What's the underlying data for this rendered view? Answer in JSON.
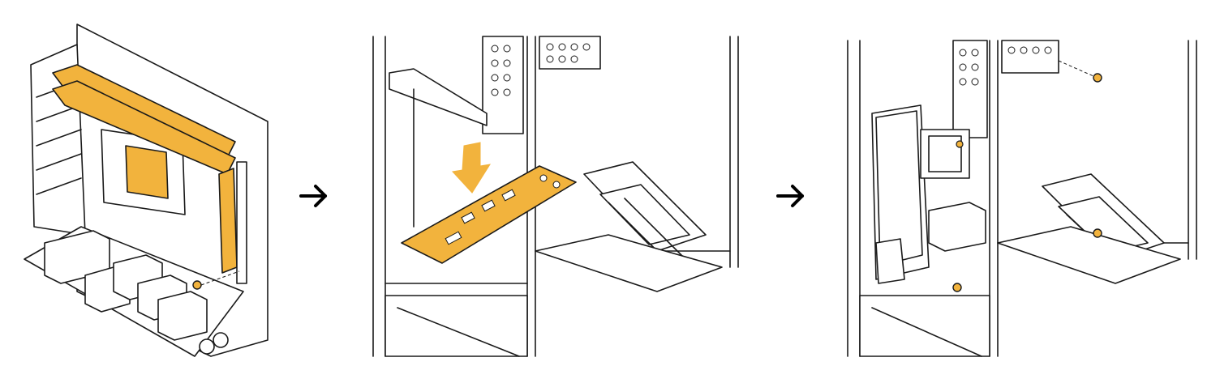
{
  "diagram": {
    "steps": [
      {
        "id": "step-1",
        "depicts": "motherboard-with-highlighted-ram-and-cooler"
      },
      {
        "id": "step-2",
        "depicts": "io-shield-inserted-into-case"
      },
      {
        "id": "step-3",
        "depicts": "motherboard-installed-with-screws"
      }
    ],
    "arrows": [
      {
        "from": "step-1",
        "to": "step-2"
      },
      {
        "from": "step-2",
        "to": "step-3"
      }
    ]
  },
  "colors": {
    "highlight": "#f2b33d",
    "line": "#1a1a1a",
    "background": "#ffffff"
  },
  "icons": [
    "right-arrow-icon",
    "down-arrow-icon",
    "screw-icon"
  ]
}
